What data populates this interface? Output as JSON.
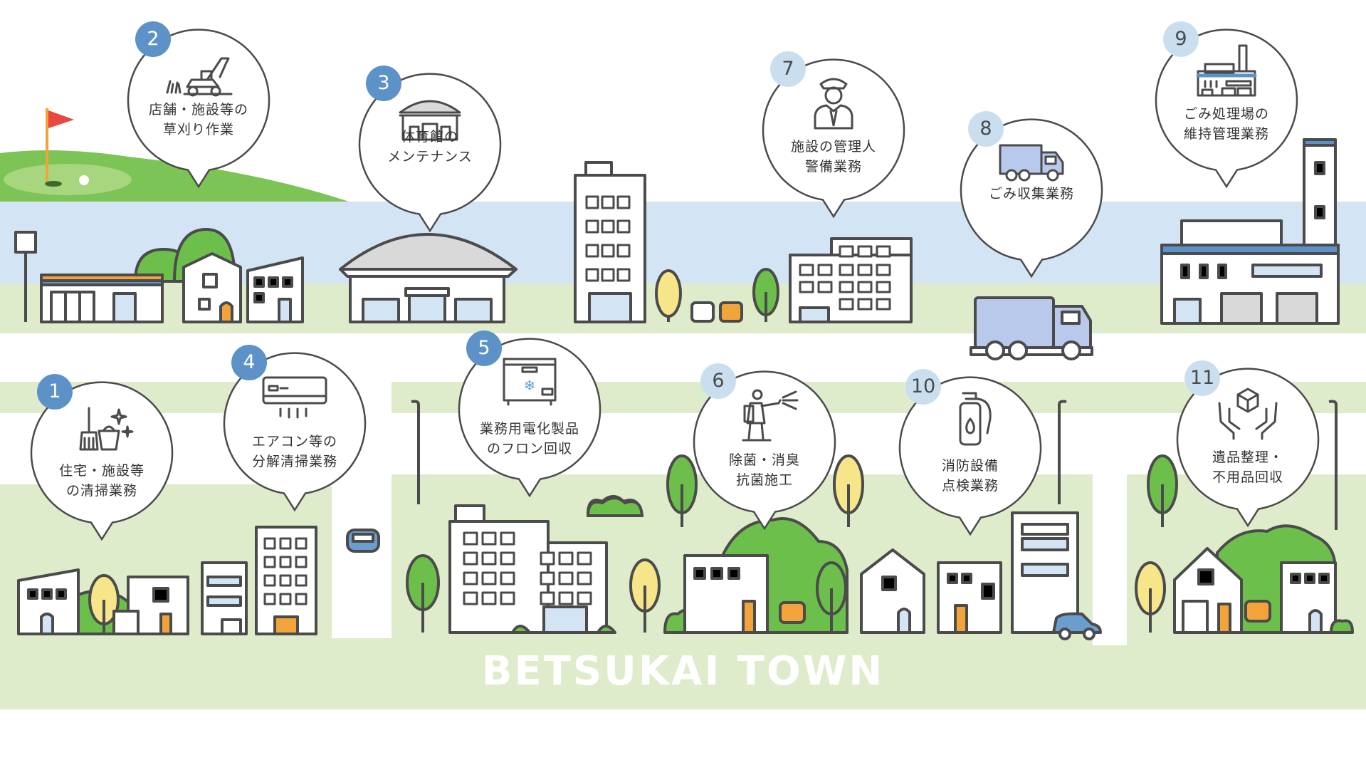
{
  "town_name": "BETSUKAI TOWN",
  "colors": {
    "sky": "#d3e5f5",
    "grass_light": "#deeccb",
    "grass_dark": "#6cbf4a",
    "badge_dark": "#5d92c8",
    "badge_light": "#c9dff0",
    "outline": "#4b4b4b",
    "accent_orange": "#f2a33a",
    "accent_yellow": "#f7e58a"
  },
  "services": [
    {
      "num": "1",
      "label": "住宅・施設等\nの清掃業務",
      "icon": "cleaning-icon"
    },
    {
      "num": "2",
      "label": "店舗・施設等の\n草刈り作業",
      "icon": "lawnmower-icon"
    },
    {
      "num": "3",
      "label": "体育館の\nメンテナンス",
      "icon": "gymnasium-icon"
    },
    {
      "num": "4",
      "label": "エアコン等の\n分解清掃業務",
      "icon": "air-conditioner-icon"
    },
    {
      "num": "5",
      "label": "業務用電化製品\nのフロン回収",
      "icon": "freezer-icon"
    },
    {
      "num": "6",
      "label": "除菌・消臭\n抗菌施工",
      "icon": "sprayer-icon"
    },
    {
      "num": "7",
      "label": "施設の管理人\n警備業務",
      "icon": "security-guard-icon"
    },
    {
      "num": "8",
      "label": "ごみ収集業務",
      "icon": "garbage-truck-icon"
    },
    {
      "num": "9",
      "label": "ごみ処理場の\n維持管理業務",
      "icon": "factory-icon"
    },
    {
      "num": "10",
      "label": "消防設備\n点検業務",
      "icon": "fire-extinguisher-icon"
    },
    {
      "num": "11",
      "label": "遺品整理・\n不用品回収",
      "icon": "hands-box-icon"
    }
  ]
}
